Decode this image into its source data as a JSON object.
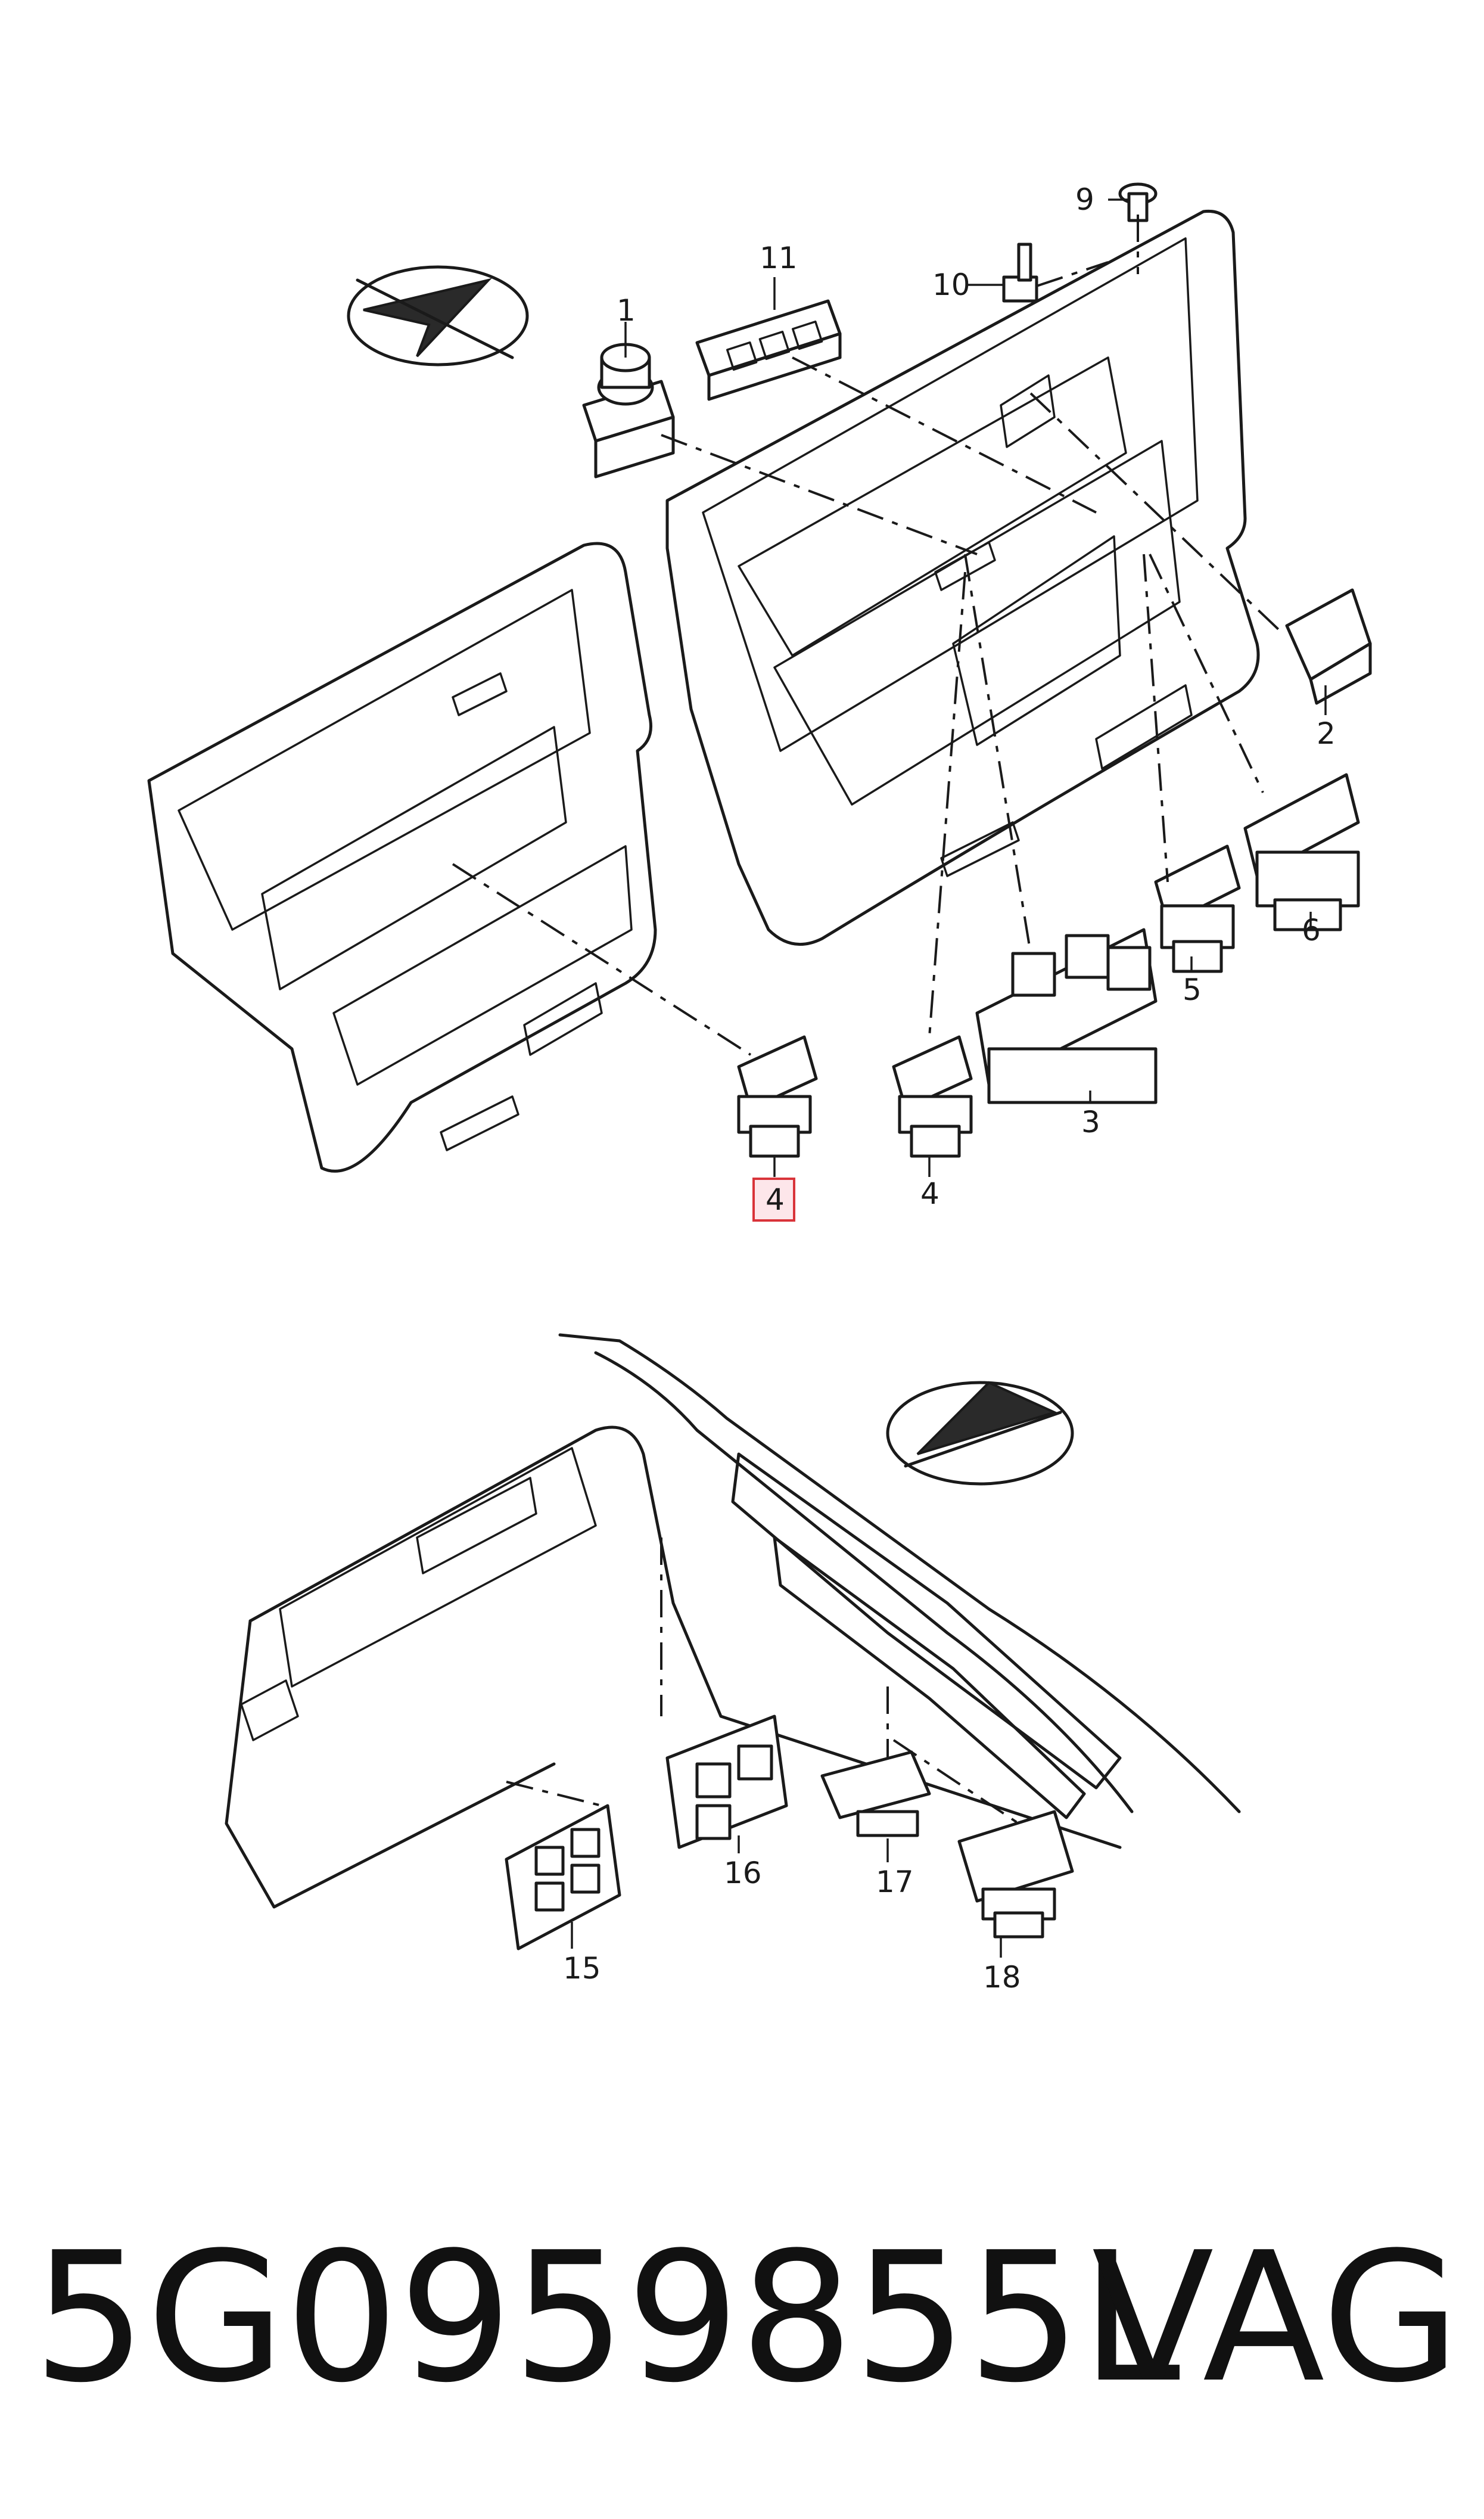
{
  "diagram": {
    "callouts": [
      {
        "id": "1",
        "label": "1"
      },
      {
        "id": "2",
        "label": "2"
      },
      {
        "id": "3",
        "label": "3"
      },
      {
        "id": "4a",
        "label": "4",
        "highlighted": true
      },
      {
        "id": "4b",
        "label": "4"
      },
      {
        "id": "5",
        "label": "5"
      },
      {
        "id": "6",
        "label": "6"
      },
      {
        "id": "9",
        "label": "9"
      },
      {
        "id": "10",
        "label": "10"
      },
      {
        "id": "11",
        "label": "11"
      },
      {
        "id": "15",
        "label": "15"
      },
      {
        "id": "16",
        "label": "16"
      },
      {
        "id": "17",
        "label": "17"
      },
      {
        "id": "18",
        "label": "18"
      }
    ],
    "highlight_color": "#d9343a"
  },
  "footer": {
    "part_number": "5G0959855L",
    "brand": "VAG"
  }
}
